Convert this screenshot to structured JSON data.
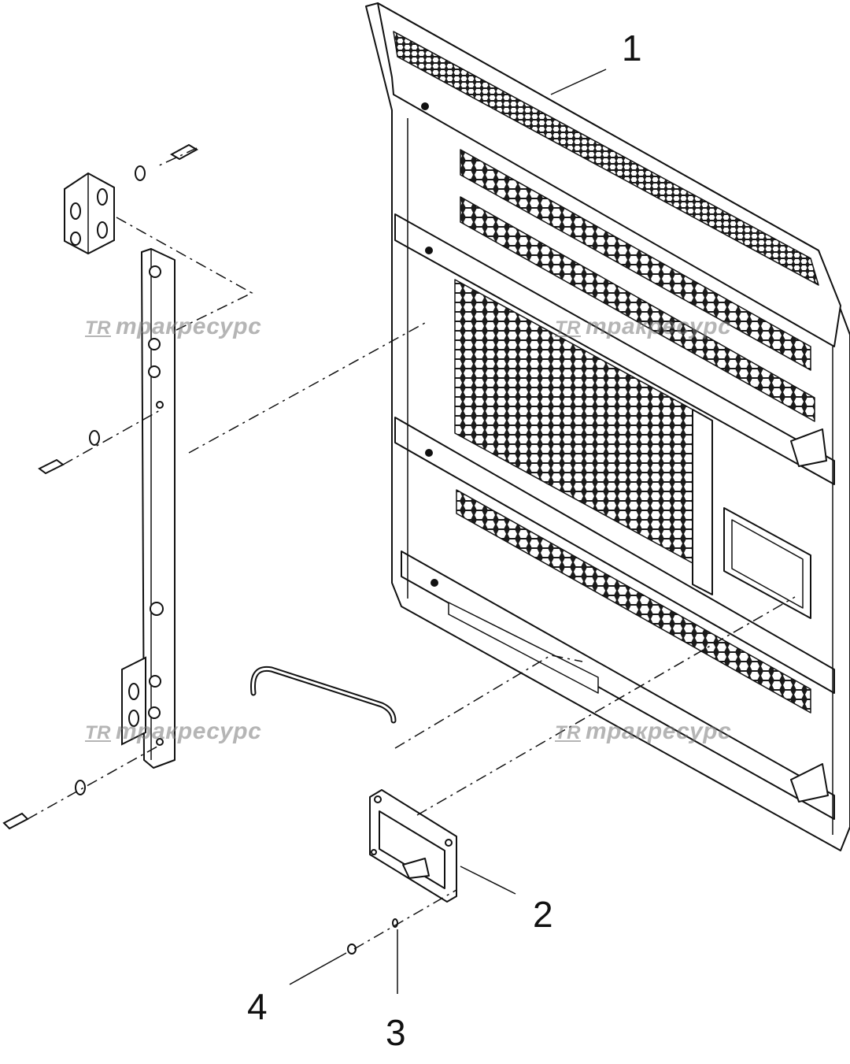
{
  "callouts": {
    "c1": "1",
    "c2": "2",
    "c3": "3",
    "c4": "4"
  },
  "watermarks": [
    {
      "logo": "TR",
      "text": "тракресурс"
    },
    {
      "logo": "TR",
      "text": "тракресурс"
    },
    {
      "logo": "TR",
      "text": "тракресурс"
    },
    {
      "logo": "TR",
      "text": "тракресурс"
    }
  ],
  "colors": {
    "line": "#111111",
    "mesh": "#222222",
    "background": "#ffffff"
  }
}
